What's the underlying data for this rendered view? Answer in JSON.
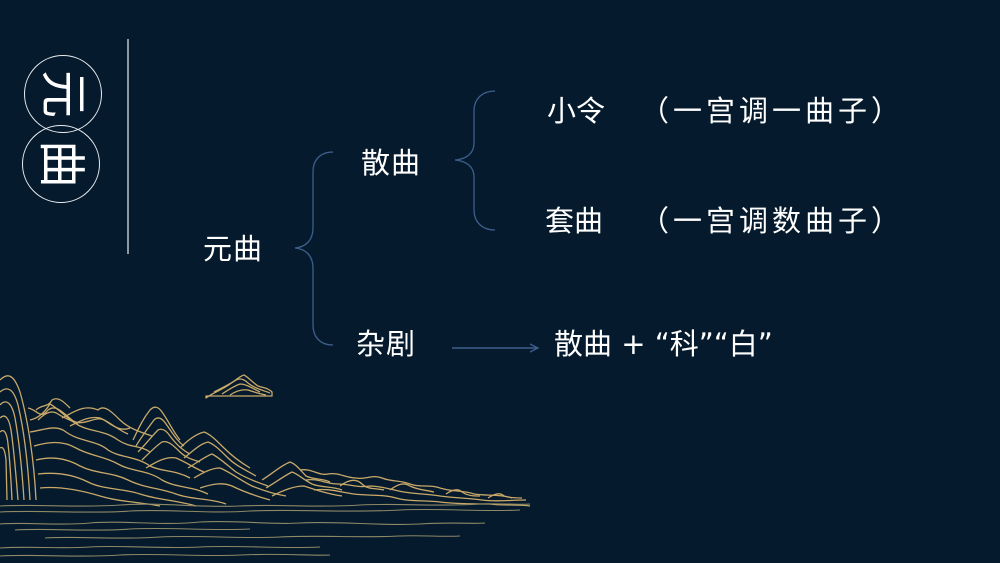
{
  "slide": {
    "background_color": "#051a2c",
    "accent_line_color": "#3e5f8c",
    "mountain_color": "#c9a96a"
  },
  "title_badge": {
    "chars": [
      "元",
      "曲"
    ],
    "orientation": "rotated-90"
  },
  "diagram": {
    "root": {
      "label": "元曲"
    },
    "branches": [
      {
        "label": "散曲",
        "children": [
          {
            "label": "小令",
            "note": "（一宫调一曲子）"
          },
          {
            "label": "套曲",
            "note": "（一宫调数曲子）"
          }
        ]
      },
      {
        "label": "杂剧",
        "arrow_to": "散曲 + “科”“白”"
      }
    ]
  }
}
